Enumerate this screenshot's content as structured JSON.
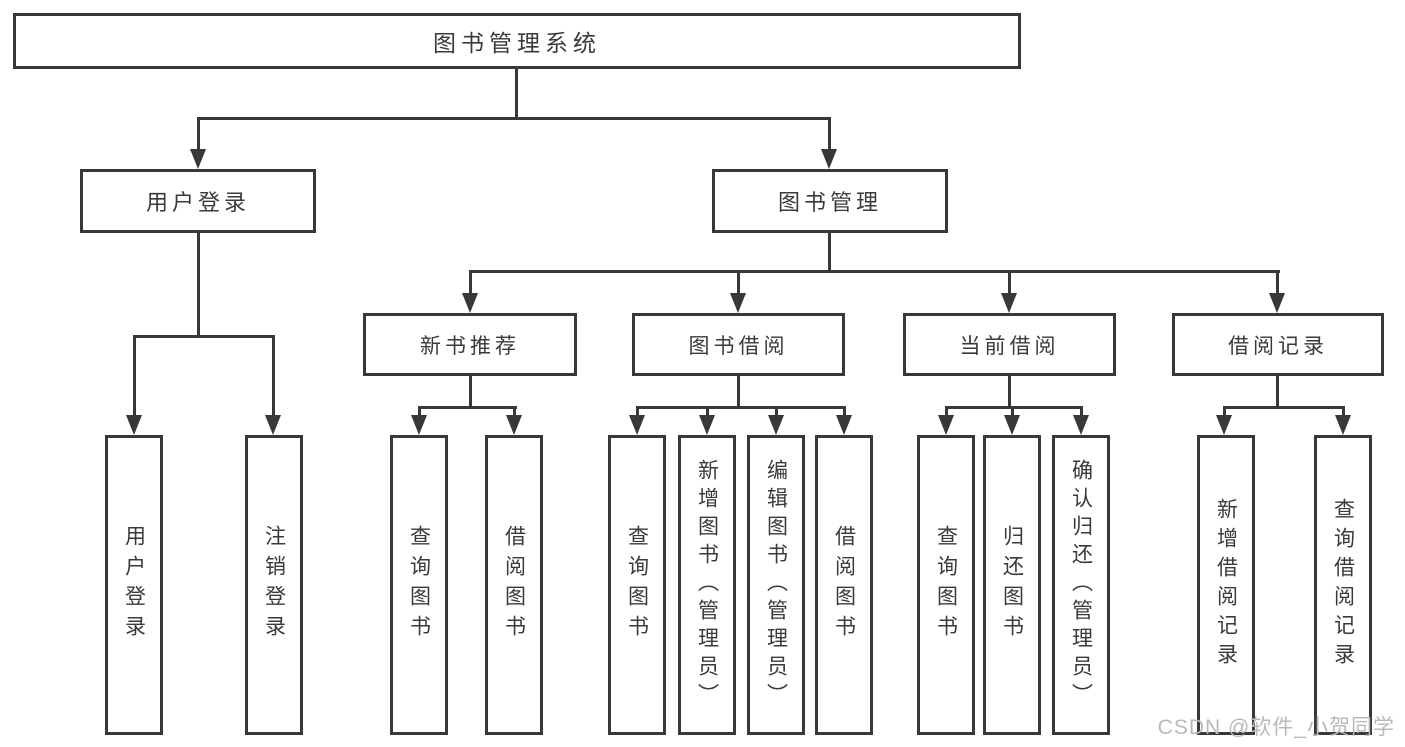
{
  "colors": {
    "line": "#383838",
    "text": "#3a3a3a",
    "background": "#ffffff",
    "watermark": "#b9b9b9"
  },
  "tree": {
    "root": {
      "label": "图书管理系统"
    },
    "branches": [
      {
        "label": "用户登录",
        "children": [
          {
            "label": "用户登录"
          },
          {
            "label": "注销登录"
          }
        ]
      },
      {
        "label": "图书管理",
        "children": [
          {
            "label": "新书推荐",
            "children": [
              {
                "label": "查询图书"
              },
              {
                "label": "借阅图书"
              }
            ]
          },
          {
            "label": "图书借阅",
            "children": [
              {
                "label": "查询图书"
              },
              {
                "label": "新增图书（管理员）"
              },
              {
                "label": "编辑图书（管理员）"
              },
              {
                "label": "借阅图书"
              }
            ]
          },
          {
            "label": "当前借阅",
            "children": [
              {
                "label": "查询图书"
              },
              {
                "label": "归还图书"
              },
              {
                "label": "确认归还（管理员）"
              }
            ]
          },
          {
            "label": "借阅记录",
            "children": [
              {
                "label": "新增借阅记录"
              },
              {
                "label": "查询借阅记录"
              }
            ]
          }
        ]
      }
    ]
  },
  "watermark": {
    "text": "CSDN @软件_小贺同学"
  }
}
